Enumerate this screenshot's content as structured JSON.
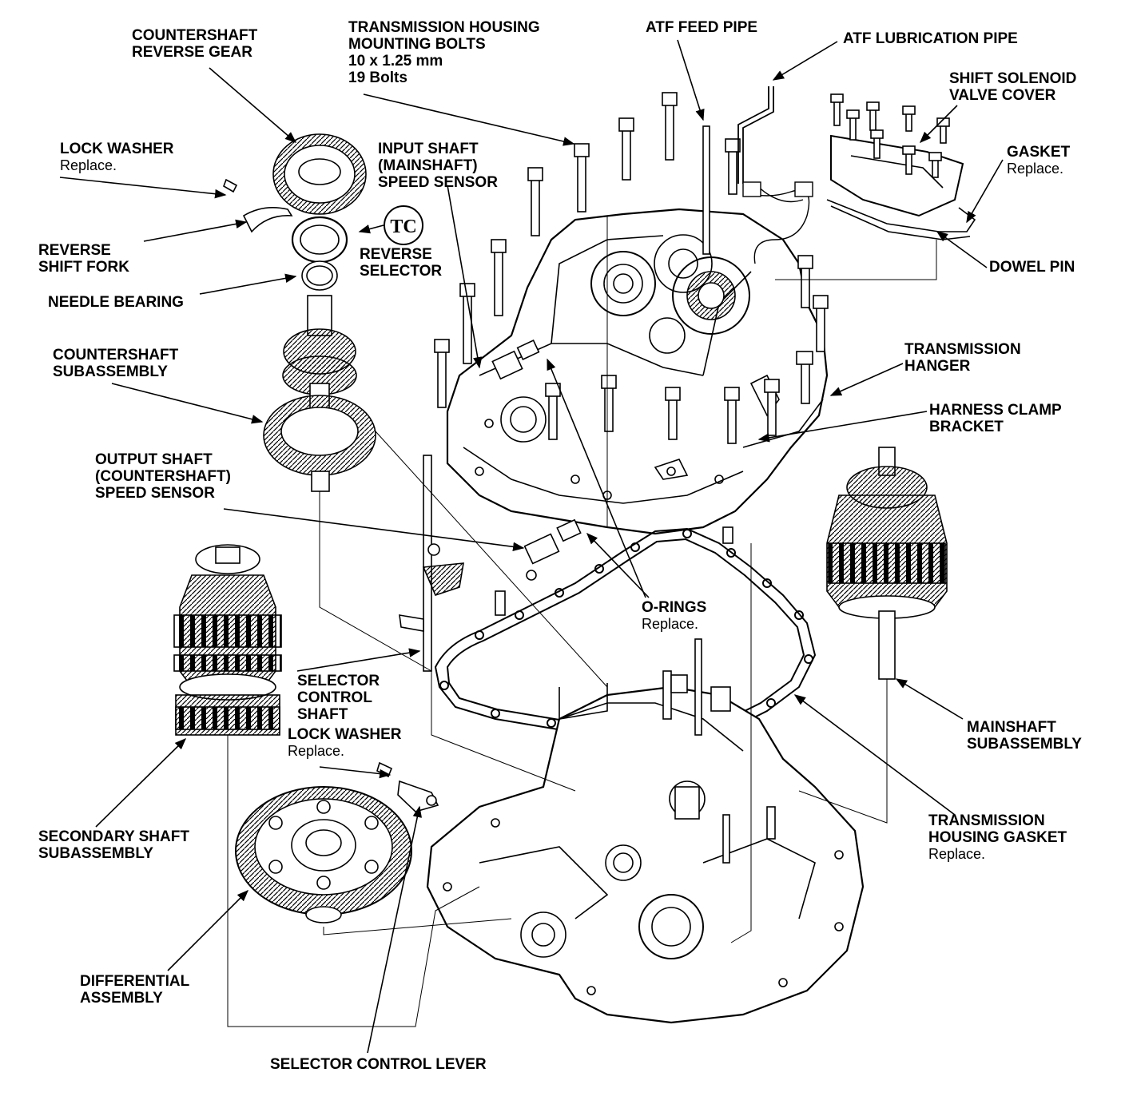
{
  "diagram": {
    "labels": {
      "countershaft_reverse_gear": [
        "COUNTERSHAFT",
        "REVERSE GEAR"
      ],
      "housing_bolts": [
        "TRANSMISSION HOUSING",
        "MOUNTING BOLTS",
        "10 x 1.25 mm",
        "19 Bolts"
      ],
      "atf_feed_pipe": [
        "ATF FEED PIPE"
      ],
      "atf_lubrication_pipe": [
        "ATF LUBRICATION PIPE"
      ],
      "shift_solenoid_valve_cover": [
        "SHIFT SOLENOID",
        "VALVE COVER"
      ],
      "lock_washer_top": {
        "title": "LOCK WASHER",
        "note": "Replace."
      },
      "input_shaft_sensor": [
        "INPUT SHAFT",
        "(MAINSHAFT)",
        "SPEED SENSOR"
      ],
      "gasket_top": {
        "title": "GASKET",
        "note": "Replace."
      },
      "reverse_shift_fork": [
        "REVERSE",
        "SHIFT FORK"
      ],
      "reverse_selector": [
        "REVERSE",
        "SELECTOR"
      ],
      "dowel_pin": [
        "DOWEL PIN"
      ],
      "needle_bearing": [
        "NEEDLE BEARING"
      ],
      "countershaft_subassembly": [
        "COUNTERSHAFT",
        "SUBASSEMBLY"
      ],
      "transmission_hanger": [
        "TRANSMISSION",
        "HANGER"
      ],
      "harness_clamp_bracket": [
        "HARNESS CLAMP",
        "BRACKET"
      ],
      "output_shaft_sensor": [
        "OUTPUT SHAFT",
        "(COUNTERSHAFT)",
        "SPEED SENSOR"
      ],
      "o_rings": {
        "title": "O-RINGS",
        "note": "Replace."
      },
      "selector_control_shaft": [
        "SELECTOR",
        "CONTROL",
        "SHAFT"
      ],
      "lock_washer_bottom": {
        "title": "LOCK WASHER",
        "note": "Replace."
      },
      "mainshaft_subassembly": [
        "MAINSHAFT",
        "SUBASSEMBLY"
      ],
      "secondary_shaft_subassembly": [
        "SECONDARY SHAFT",
        "SUBASSEMBLY"
      ],
      "housing_gasket": {
        "title": "TRANSMISSION",
        "title2": "HOUSING GASKET",
        "note": "Replace."
      },
      "differential_assembly": [
        "DIFFERENTIAL",
        "ASSEMBLY"
      ],
      "selector_control_lever": [
        "SELECTOR CONTROL LEVER"
      ]
    },
    "symbol": "TC"
  }
}
